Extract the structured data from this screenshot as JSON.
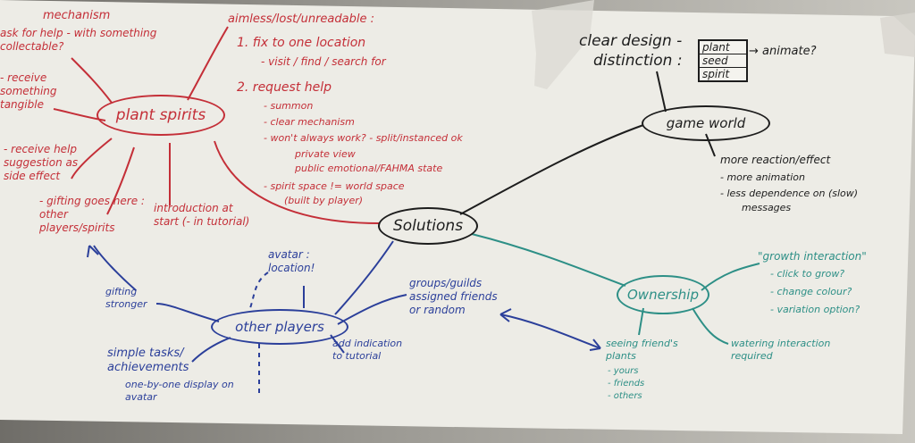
{
  "central": "Solutions",
  "plant_spirits": {
    "label": "plant spirits",
    "top_left": [
      "mechanism",
      "ask for help - with something collectable?"
    ],
    "receive_tangible": "- receive something tangible",
    "receive_help": "- receive help suggestion as side effect",
    "gifting": "- gifting goes here : other players/spirits",
    "intro": "introduction at start (- in tutorial)",
    "issues_title": "aimless/lost/unreadable :",
    "fix": "1. fix to one location",
    "fix_sub": "- visit / find / search for",
    "request": "2. request help",
    "request_items": [
      "- summon",
      "- clear mechanism",
      "- won't always work? - split/instanced ok",
      "private view",
      "public emotional/FAHMA state",
      "- spirit space != world space",
      "(built by player)"
    ]
  },
  "game_world": {
    "label": "game world",
    "design_lines": [
      "clear design -",
      "distinction :"
    ],
    "box_items": [
      "plant",
      "seed",
      "spirit"
    ],
    "animate": "→ animate?",
    "reaction_lines": [
      "more reaction/effect",
      "- more animation",
      "- less dependence on (slow)",
      "messages"
    ]
  },
  "other_players": {
    "label": "other players",
    "gifting_stronger": "gifting stronger",
    "avatar_location": "avatar : location!",
    "groups": "groups/guilds assigned friends or random",
    "add_indication": "add indication to tutorial",
    "simple_tasks": "simple tasks/ achievements",
    "one_by_one": "one-by-one display on avatar"
  },
  "ownership": {
    "label": "Ownership",
    "growth": [
      "\"growth interaction\"",
      "- click to grow?",
      "- change colour?",
      "- variation option?"
    ],
    "watering": "watering interaction required",
    "seeing": "seeing friend's plants",
    "seeing_sub": [
      "- yours",
      "- friends",
      "- others"
    ]
  }
}
